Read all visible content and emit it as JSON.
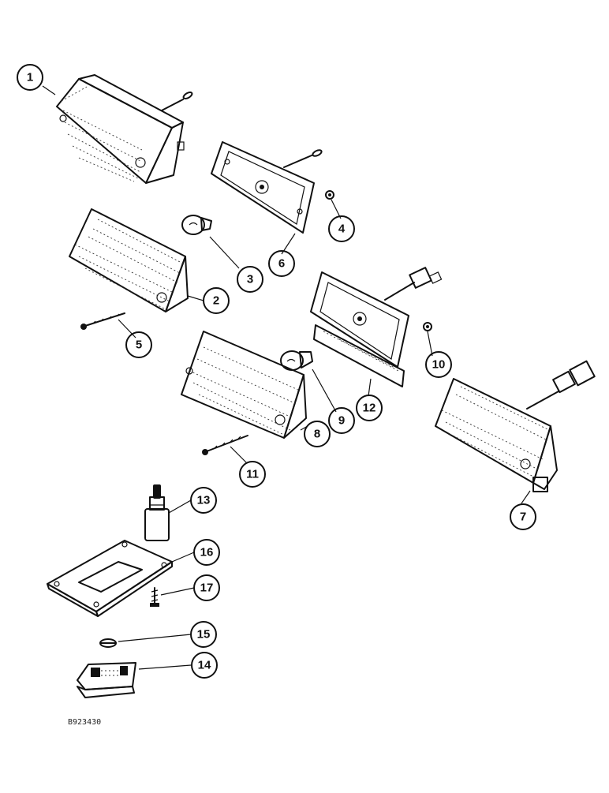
{
  "figure_code": "B923430",
  "callouts": [
    {
      "id": "1",
      "label": "1"
    },
    {
      "id": "2",
      "label": "2"
    },
    {
      "id": "3",
      "label": "3"
    },
    {
      "id": "4",
      "label": "4"
    },
    {
      "id": "5",
      "label": "5"
    },
    {
      "id": "6",
      "label": "6"
    },
    {
      "id": "7",
      "label": "7"
    },
    {
      "id": "8",
      "label": "8"
    },
    {
      "id": "9",
      "label": "9"
    },
    {
      "id": "10",
      "label": "10"
    },
    {
      "id": "11",
      "label": "11"
    },
    {
      "id": "12",
      "label": "12"
    },
    {
      "id": "13",
      "label": "13"
    },
    {
      "id": "14",
      "label": "14"
    },
    {
      "id": "15",
      "label": "15"
    },
    {
      "id": "16",
      "label": "16"
    },
    {
      "id": "17",
      "label": "17"
    }
  ],
  "parts": [
    {
      "name": "lamp-assembly-1",
      "icon": "lamp-housing-icon"
    },
    {
      "name": "lamp-lens-2",
      "icon": "lamp-lens-icon"
    },
    {
      "name": "bulb-3",
      "icon": "bulb-icon"
    },
    {
      "name": "nut-4",
      "icon": "nut-icon"
    },
    {
      "name": "screw-5",
      "icon": "screw-icon"
    },
    {
      "name": "gasket-6",
      "icon": "gasket-icon"
    },
    {
      "name": "lamp-assembly-7",
      "icon": "lamp-housing-icon"
    },
    {
      "name": "lamp-lens-8",
      "icon": "lamp-lens-icon"
    },
    {
      "name": "bulb-9",
      "icon": "bulb-icon"
    },
    {
      "name": "nut-10",
      "icon": "nut-icon"
    },
    {
      "name": "screw-11",
      "icon": "screw-icon"
    },
    {
      "name": "gasket-12",
      "icon": "gasket-icon"
    },
    {
      "name": "switch-13",
      "icon": "switch-icon"
    },
    {
      "name": "dome-lamp-base-14",
      "icon": "lamp-base-icon"
    },
    {
      "name": "bulb-15",
      "icon": "bulb-icon"
    },
    {
      "name": "dome-lamp-lens-16",
      "icon": "dome-lens-icon"
    },
    {
      "name": "screw-17",
      "icon": "screw-icon"
    }
  ]
}
